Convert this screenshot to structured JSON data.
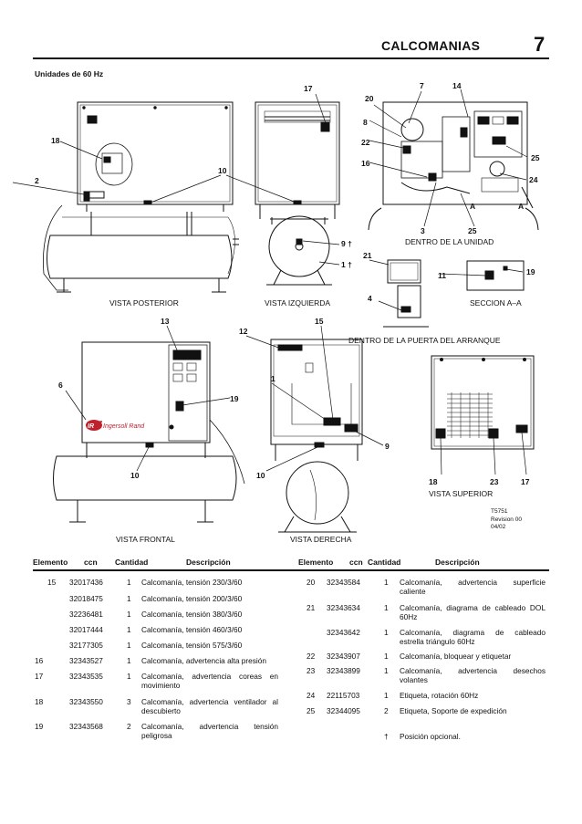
{
  "header": {
    "title": "CALCOMANIAS",
    "page_number": "7"
  },
  "subtitle": "Unidades de 60 Hz",
  "views": {
    "rear": "VISTA POSTERIOR",
    "left": "VISTA IZQUIERDA",
    "inside_unit": "DENTRO DE LA UNIDAD",
    "section": "SECCION A–A",
    "starter_door": "DENTRO DE LA PUERTA DEL ARRANQUE",
    "top": "VISTA SUPERIOR",
    "front": "VISTA FRONTAL",
    "right": "VISTA DERECHA"
  },
  "brand": "Ingersoll Rand",
  "brand_mark": "IR",
  "section_marks": {
    "a1": "A",
    "a2": "A"
  },
  "callouts": {
    "c17a": "17",
    "c20": "20",
    "c7": "7",
    "c14": "14",
    "c8": "8",
    "c22": "22",
    "c16": "16",
    "c18a": "18",
    "c10a": "10",
    "c2": "2",
    "c25a": "25",
    "c24": "24",
    "c3": "3",
    "c25b": "25",
    "c9a": "9 †",
    "c1a": "1 †",
    "c21": "21",
    "c11": "11",
    "c19a": "19",
    "c4": "4",
    "c13": "13",
    "c15": "15",
    "c12": "12",
    "c6": "6",
    "c1b": "1",
    "c19b": "19",
    "c9b": "9",
    "c10b": "10",
    "c10c": "10",
    "c18b": "18",
    "c23": "23",
    "c17b": "17"
  },
  "doc_id": {
    "line1": "T5751",
    "line2": "Revision 00",
    "line3": "04/02"
  },
  "table": {
    "headers": {
      "item": "Elemento",
      "ccn": "ccn",
      "qty": "Cantidad",
      "desc": "Descripción"
    },
    "left_rows": [
      {
        "item": "15",
        "ccn": "32017436",
        "qty": "1",
        "desc": "Calcomanía, tensión 230/3/60"
      },
      {
        "item": "",
        "ccn": "32018475",
        "qty": "1",
        "desc": "Calcomanía, tensión 200/3/60"
      },
      {
        "item": "",
        "ccn": "32236481",
        "qty": "1",
        "desc": "Calcomanía, tensión 380/3/60"
      },
      {
        "item": "",
        "ccn": "32017444",
        "qty": "1",
        "desc": "Calcomanía, tensión 460/3/60"
      },
      {
        "item": "",
        "ccn": "32177305",
        "qty": "1",
        "desc": "Calcomanía, tensión 575/3/60"
      },
      {
        "item": "16",
        "ccn": "32343527",
        "qty": "1",
        "desc": "Calcomanía, advertencia alta presión"
      },
      {
        "item": "17",
        "ccn": "32343535",
        "qty": "1",
        "desc": "Calcomanía, advertencia coreas en movimiento"
      },
      {
        "item": "18",
        "ccn": "32343550",
        "qty": "3",
        "desc": "Calcomanía, advertencia ventilador al descubierto"
      },
      {
        "item": "19",
        "ccn": "32343568",
        "qty": "2",
        "desc": "Calcomanía, advertencia tensión peligrosa"
      }
    ],
    "right_rows": [
      {
        "item": "20",
        "ccn": "32343584",
        "qty": "1",
        "desc": "Calcomanía, advertencia superficie caliente"
      },
      {
        "item": "21",
        "ccn": "32343634",
        "qty": "1",
        "desc": "Calcomanía, diagrama de cableado DOL 60Hz"
      },
      {
        "item": "",
        "ccn": "32343642",
        "qty": "1",
        "desc": "Calcomanía, diagrama de cableado estrella triángulo 60Hz"
      },
      {
        "item": "22",
        "ccn": "32343907",
        "qty": "1",
        "desc": "Calcomanía, bloquear y etiquetar"
      },
      {
        "item": "23",
        "ccn": "32343899",
        "qty": "1",
        "desc": "Calcomanía, advertencia desechos volantes"
      },
      {
        "item": "24",
        "ccn": "22115703",
        "qty": "1",
        "desc": "Etiqueta, rotación 60Hz"
      },
      {
        "item": "25",
        "ccn": "32344095",
        "qty": "2",
        "desc": "Etiqueta, Soporte de expedición"
      }
    ],
    "footnote": {
      "symbol": "†",
      "text": "Posición opcional."
    }
  }
}
